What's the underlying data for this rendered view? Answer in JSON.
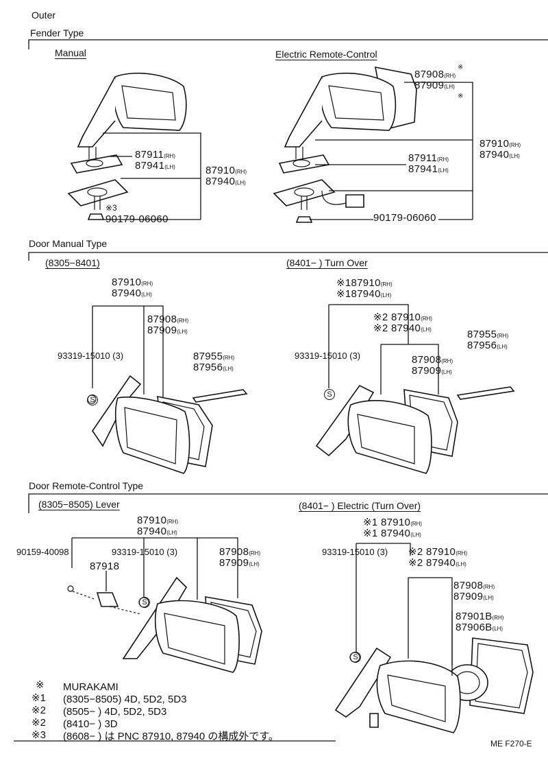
{
  "sections": {
    "outer": "Outer",
    "fender_type": "Fender Type",
    "manual": "Manual",
    "electric_remote": "Electric Remote-Control",
    "door_manual_type": "Door Manual Type",
    "dm_left": "(8305−8401)",
    "dm_right": "(8401−        ) Turn Over",
    "door_remote_type": "Door Remote-Control Type",
    "dr_left": "(8305−8505) Lever",
    "dr_right": "(8401−        ) Electric (Turn Over)"
  },
  "parts": {
    "fm_87911": "87911",
    "fm_87941": "87941",
    "fm_87910": "87910",
    "fm_87940": "87940",
    "fm_star3": "※3",
    "fm_90179": "90179-06060",
    "fe_87908": "87908",
    "fe_87909": "87909",
    "fe_87910": "87910",
    "fe_87940": "87940",
    "fe_87911": "87911",
    "fe_87941": "87941",
    "fe_90179": "90179-06060",
    "dm_87910": "87910",
    "dm_87940": "87940",
    "dm_87908": "87908",
    "dm_87909": "87909",
    "dm_93319": "93319-15010 (3)",
    "dm_87955": "87955",
    "dm_87956": "87956",
    "dt_187910": "※187910",
    "dt_187940": "※187940",
    "dt_287910": "※2 87910",
    "dt_287940": "※2 87940",
    "dt_93319": "93319-15010 (3)",
    "dt_87908": "87908",
    "dt_87909": "87909",
    "dt_87955": "87955",
    "dt_87956": "87956",
    "dl_87910": "87910",
    "dl_87940": "87940",
    "dl_90159": "90159-40098",
    "dl_93319": "93319-15010 (3)",
    "dl_87908": "87908",
    "dl_87909": "87909",
    "dl_87918": "87918",
    "de_187910": "※1 87910",
    "de_187940": "※1 87940",
    "de_93319": "93319-15010 (3)",
    "de_287910": "※2 87910",
    "de_287940": "※2 87940",
    "de_87908": "87908",
    "de_87909": "87909",
    "de_87901B": "87901B",
    "de_87906B": "87906B"
  },
  "side": {
    "rh": "(RH)",
    "lh": "(LH)"
  },
  "marks": {
    "star": "※",
    "s": "S"
  },
  "notes": [
    {
      "mark": "※",
      "text": "MURAKAMI"
    },
    {
      "mark": "※1",
      "text": "(8305−8505) 4D, 5D2, 5D3"
    },
    {
      "mark": "※2",
      "text": "(8505−        ) 4D, 5D2, 5D3"
    },
    {
      "mark": "※2",
      "text": "(8410−        ) 3D"
    },
    {
      "mark": "※3",
      "text": "(8608−        ) は  PNC 87910, 87940 の構成外です。"
    }
  ],
  "footer_code": "ME F270-E"
}
